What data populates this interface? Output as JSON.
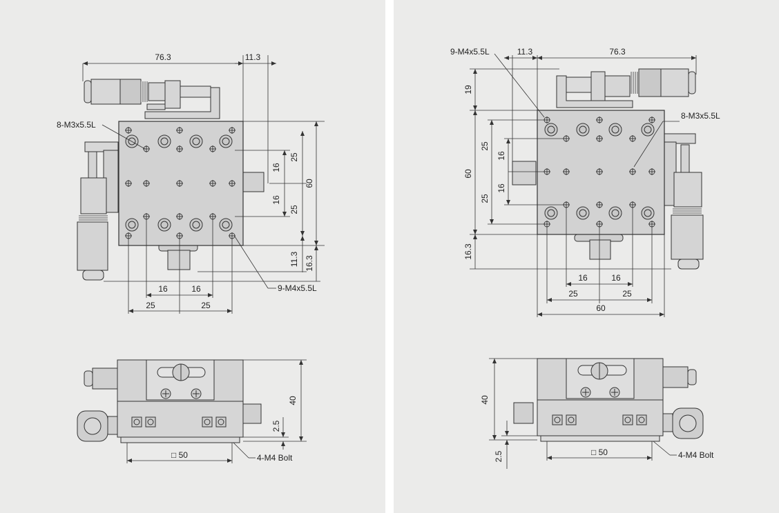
{
  "left": {
    "top_view": {
      "dim_overall_width": "76.3",
      "dim_offset_right": "11.3",
      "hole_callout_m3": "8-M3x5.5L",
      "hole_callout_m4": "9-M4x5.5L",
      "dim_v_25_top": "25",
      "dim_v_16_top": "16",
      "dim_v_16_bottom": "16",
      "dim_v_25_bottom": "25",
      "dim_v_60": "60",
      "dim_v_11_3": "11.3",
      "dim_v_16_3": "16.3",
      "dim_h_16_left": "16",
      "dim_h_16_right": "16",
      "dim_h_25_left": "25",
      "dim_h_25_right": "25"
    },
    "side_view": {
      "dim_height": "40",
      "dim_base": "2.5",
      "dim_width": "□ 50",
      "bolt_callout": "4-M4 Bolt"
    }
  },
  "right": {
    "top_view": {
      "hole_callout_m4": "9-M4x5.5L",
      "dim_offset_left": "11.3",
      "dim_overall_width": "76.3",
      "dim_v_19": "19",
      "hole_callout_m3": "8-M3x5.5L",
      "dim_v_25_top": "25",
      "dim_v_16_top": "16",
      "dim_v_60": "60",
      "dim_v_16_bottom": "16",
      "dim_v_25_bottom": "25",
      "dim_v_16_3": "16.3",
      "dim_h_16_left": "16",
      "dim_h_16_right": "16",
      "dim_h_25_left": "25",
      "dim_h_25_right": "25",
      "dim_h_60": "60"
    },
    "side_view": {
      "dim_height": "40",
      "dim_base": "2.5",
      "dim_width": "□ 50",
      "bolt_callout": "4-M4 Bolt"
    }
  }
}
